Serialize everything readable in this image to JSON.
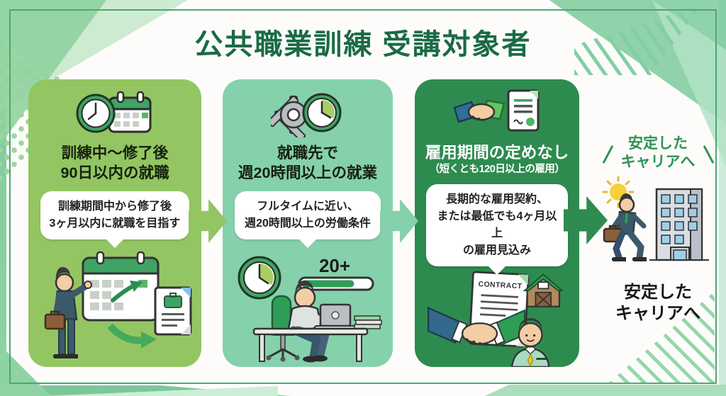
{
  "title": "公共職業訓練 受講対象者",
  "panels": [
    {
      "icon": "clock-calendar-icon",
      "title_line1": "訓練中〜修了後",
      "title_line2": "90日以内の就職",
      "bubble_line1": "訓練期間中から修了後",
      "bubble_line2": "3ヶ月以内に就職を目指す"
    },
    {
      "icon": "gear-clock-icon",
      "title_line1": "就職先で",
      "title_line2": "週20時間以上の就業",
      "bubble_line1": "フルタイムに近い、",
      "bubble_line2": "週20時間以上の労働条件",
      "badge": "20+"
    },
    {
      "icon": "handshake-document-icon",
      "title_line1": "雇用期間の定めなし",
      "title_line2": "（短くとも120日以上の雇用）",
      "bubble_line1": "長期的な雇用契約、",
      "bubble_line2": "または最低でも4ヶ月以上",
      "bubble_line3": "の雇用見込み",
      "contract_label": "CONTRACT"
    }
  ],
  "outcome": {
    "label_top_line1": "安定した",
    "label_top_line2": "キャリアへ",
    "label_bottom_line1": "安定した",
    "label_bottom_line2": "キャリアへ"
  },
  "colors": {
    "title_green": "#1a6b45",
    "panel1_bg": "#93c662",
    "panel2_bg": "#85d1ab",
    "panel3_bg": "#2e8b4f",
    "accent_green": "#3fa463",
    "frame_green": "#4ea575",
    "outcome_green": "#2e9254"
  }
}
